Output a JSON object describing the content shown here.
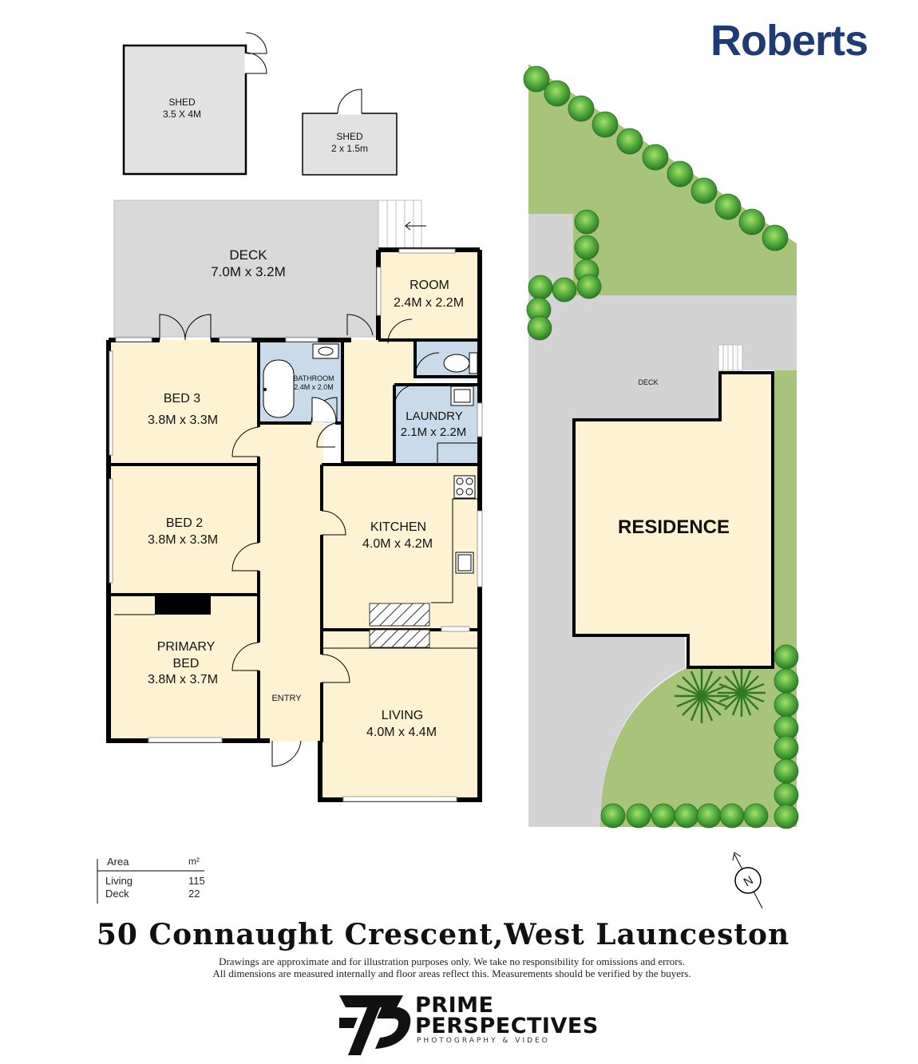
{
  "brand": {
    "name": "Roberts",
    "color": "#1f3b73"
  },
  "colors": {
    "room": "#fdf3d3",
    "wet": "#c9dbea",
    "deck": "#d9d9d9",
    "lawn": "#a8c47a",
    "path": "#d3d3d3",
    "wall": "#000000",
    "shed": "#e2e2e2"
  },
  "sheds": [
    {
      "name": "SHED",
      "size": "3.5 X 4M"
    },
    {
      "name": "SHED",
      "size": "2 x 1.5m"
    }
  ],
  "rooms": {
    "deck": {
      "name": "DECK",
      "size": "7.0M x 3.2M"
    },
    "room": {
      "name": "ROOM",
      "size": "2.4M x 2.2M"
    },
    "bathroom": {
      "name": "BATHROOM",
      "size": "2.4M x 2.0M"
    },
    "laundry": {
      "name": "LAUNDRY",
      "size": "2.1M x 2.2M"
    },
    "bed3": {
      "name": "BED 3",
      "size": "3.8M x 3.3M"
    },
    "bed2": {
      "name": "BED 2",
      "size": "3.8M x 3.3M"
    },
    "primary": {
      "name": "PRIMARY",
      "name2": "BED",
      "size": "3.8M x 3.7M"
    },
    "kitchen": {
      "name": "KITCHEN",
      "size": "4.0M x 4.2M"
    },
    "living": {
      "name": "LIVING",
      "size": "4.0M x 4.4M"
    },
    "entry": {
      "name": "ENTRY"
    }
  },
  "site": {
    "deck": "DECK",
    "residence": "RESIDENCE",
    "north": "N"
  },
  "area": {
    "header": "Area",
    "unit": "m²",
    "rows": [
      {
        "label": "Living",
        "value": "115"
      },
      {
        "label": "Deck",
        "value": "22"
      }
    ]
  },
  "address": "50 Connaught Crescent,West Launceston",
  "disclaimer": {
    "line1": "Drawings are approximate and for illustration purposes only. We take no responsibility for omissions and errors.",
    "line2": "All dimensions are measured internally and floor areas reflect this. Measurements should be verified by the buyers."
  },
  "footer_logo": {
    "line1": "PRIME",
    "line2": "PERSPECTIVES",
    "line3": "PHOTOGRAPHY & VIDEO"
  }
}
